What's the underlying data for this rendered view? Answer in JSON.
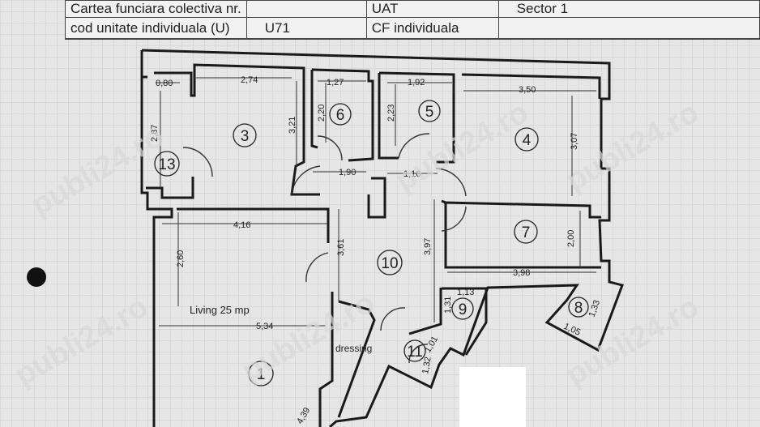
{
  "header": {
    "row1": {
      "c1": "Cartea funciara colectiva nr.",
      "c2": "",
      "c3": "UAT",
      "c4": "Sector 1"
    },
    "row2": {
      "c1": "cod unitate individuala (U)",
      "c2": "U71",
      "c3": "CF individuala",
      "c4": ""
    }
  },
  "rooms": {
    "r1": "1",
    "r3": "3",
    "r4": "4",
    "r5": "5",
    "r6": "6",
    "r7": "7",
    "r8": "8",
    "r9": "9",
    "r10": "10",
    "r11": "11",
    "r13": "13"
  },
  "labels": {
    "living": "Living 25 mp",
    "dressing": "dressing"
  },
  "dims": {
    "d080": "0,80",
    "d274": "2,74",
    "d127": "1,27",
    "d192": "1,92",
    "d350": "3,50",
    "d287": "2,87",
    "d321": "3,21",
    "d220": "2,20",
    "d223": "2,23",
    "d307": "3,07",
    "d190": "1,90",
    "d116": "1,16",
    "d416": "4,16",
    "d361": "3,61",
    "d397": "3,97",
    "d260": "2,60",
    "d200": "2,00",
    "d398": "3,98",
    "d534": "5,34",
    "d113": "1,13",
    "d131": "1,31",
    "d133": "1,33",
    "d105": "1,05",
    "d101": "1,01",
    "d132": "1,32",
    "d439": "4,39"
  },
  "watermark": "publi24.ro"
}
